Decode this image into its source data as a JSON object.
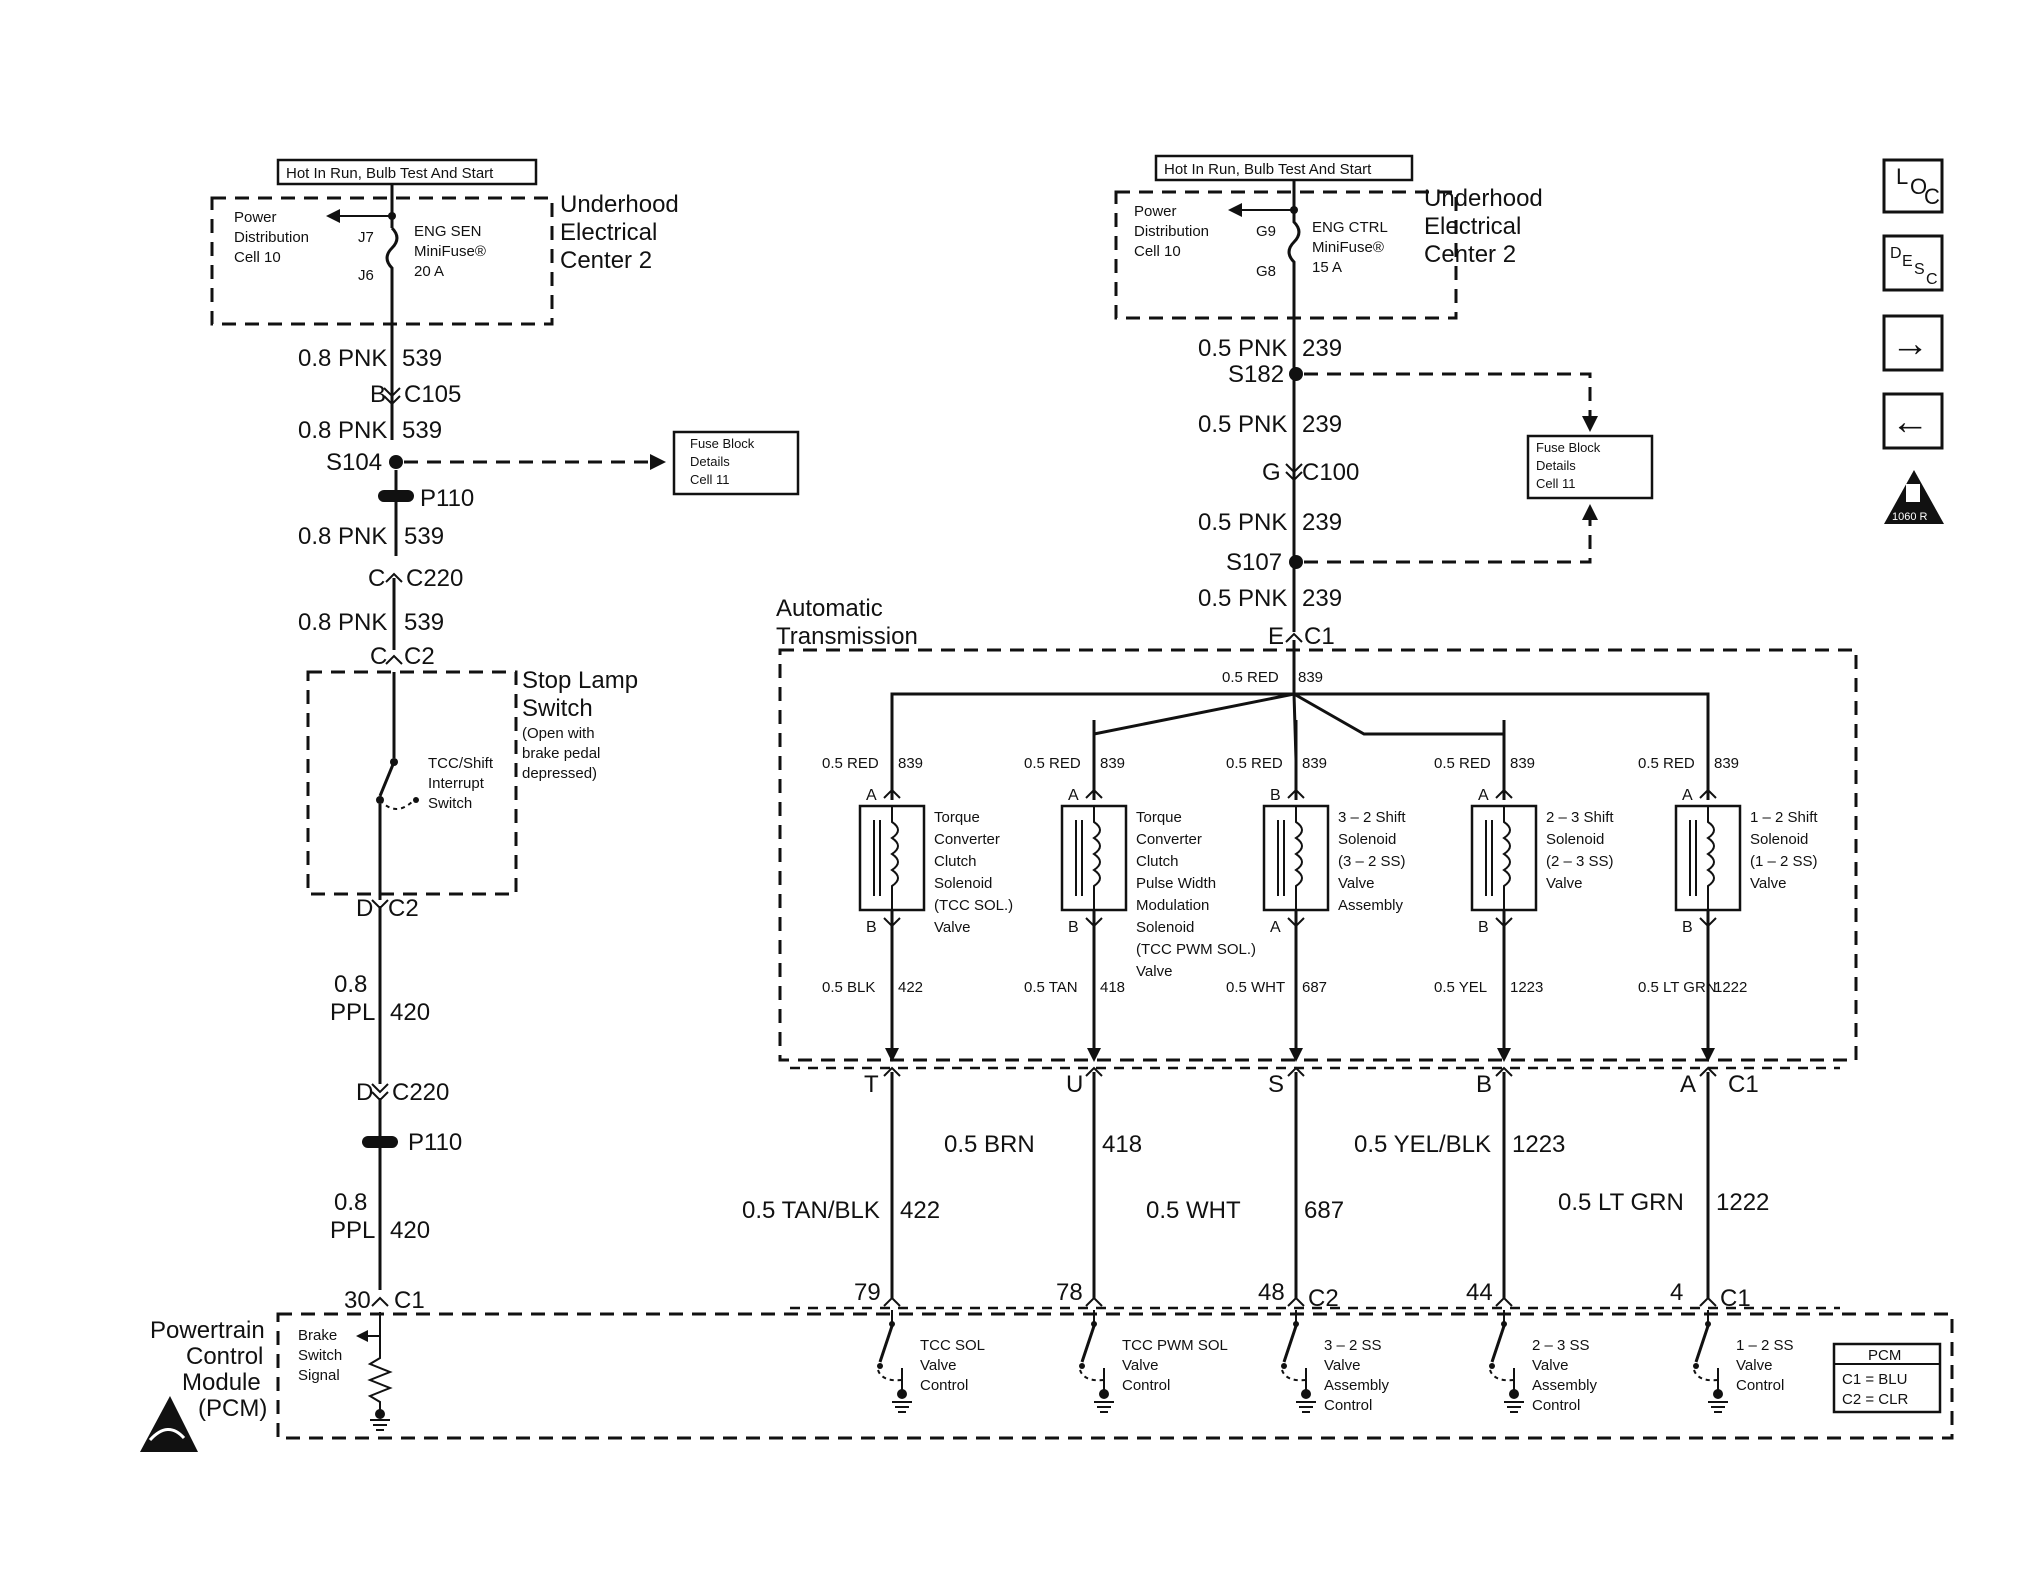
{
  "power_labels": {
    "left_hot": "Hot In Run, Bulb Test And Start",
    "right_hot": "Hot In Run, Bulb Test And Start"
  },
  "uec_left": {
    "title_1": "Underhood",
    "title_2": "Electrical",
    "title_3": "Center 2",
    "pd_1": "Power",
    "pd_2": "Distribution",
    "pd_3": "Cell 10",
    "pin_top": "J7",
    "pin_bot": "J6",
    "fuse_1": "ENG SEN",
    "fuse_2": "MiniFuse®",
    "fuse_3": "20 A"
  },
  "uec_right": {
    "title_1": "Underhood",
    "title_2": "Electrical",
    "title_3": "Center 2",
    "pd_1": "Power",
    "pd_2": "Distribution",
    "pd_3": "Cell 10",
    "pin_top": "G9",
    "pin_bot": "G8",
    "fuse_1": "ENG CTRL",
    "fuse_2": "MiniFuse®",
    "fuse_3": "15 A"
  },
  "left_circuit": {
    "w1_gauge": "0.8 PNK",
    "w1_num": "539",
    "c105_pin": "B",
    "c105": "C105",
    "w2_gauge": "0.8 PNK",
    "w2_num": "539",
    "s104": "S104",
    "p110": "P110",
    "w3_gauge": "0.8 PNK",
    "w3_num": "539",
    "c220_pin": "C",
    "c220": "C220",
    "w4_gauge": "0.8 PNK",
    "w4_num": "539",
    "c2_pin": "C",
    "c2": "C2",
    "fuseblock_1": "Fuse Block",
    "fuseblock_2": "Details",
    "fuseblock_3": "Cell 11",
    "switch_title_1": "Stop Lamp",
    "switch_title_2": "Switch",
    "switch_note_1": "(Open with",
    "switch_note_2": "brake pedal",
    "switch_note_3": "depressed)",
    "switch_name_1": "TCC/Shift",
    "switch_name_2": "Interrupt",
    "switch_name_3": "Switch",
    "c2b_pin": "D",
    "c2b": "C2",
    "w5_gauge_1": "0.8",
    "w5_gauge_2": "PPL",
    "w5_num": "420",
    "c220b_pin": "D",
    "c220b": "C220",
    "p110b": "P110",
    "w6_gauge_1": "0.8",
    "w6_gauge_2": "PPL",
    "w6_num": "420",
    "pcm_pin": "30",
    "pcm_conn": "C1"
  },
  "right_circuit": {
    "w1_gauge": "0.5 PNK",
    "w1_num": "239",
    "s182": "S182",
    "w2_gauge": "0.5 PNK",
    "w2_num": "239",
    "c100_pin": "G",
    "c100": "C100",
    "w3_gauge": "0.5 PNK",
    "w3_num": "239",
    "s107": "S107",
    "w4_gauge": "0.5 PNK",
    "w4_num": "239",
    "c1_pin": "E",
    "c1": "C1",
    "fuseblock_1": "Fuse Block",
    "fuseblock_2": "Details",
    "fuseblock_3": "Cell 11"
  },
  "transmission": {
    "title_1": "Automatic",
    "title_2": "Transmission",
    "bus_label": "0.5 RED",
    "bus_num": "839",
    "c1_label": "C1"
  },
  "solenoids": [
    {
      "feed_gauge": "0.5 RED",
      "feed_num": "839",
      "top_pin": "A",
      "bot_pin": "B",
      "name": [
        "Torque",
        "Converter",
        "Clutch",
        "Solenoid",
        "(TCC SOL.)",
        "Valve"
      ],
      "out_gauge": "0.5 BLK",
      "out_num": "422",
      "trans_pin": "T",
      "harness_gauge": "0.5 TAN/BLK",
      "harness_num": "422",
      "pcm_pin": "79",
      "ctrl": [
        "TCC SOL",
        "Valve",
        "Control"
      ]
    },
    {
      "feed_gauge": "0.5 RED",
      "feed_num": "839",
      "top_pin": "A",
      "bot_pin": "B",
      "name": [
        "Torque",
        "Converter",
        "Clutch",
        "Pulse Width",
        "Modulation",
        "Solenoid",
        "(TCC PWM SOL.)",
        "Valve"
      ],
      "out_gauge": "0.5 TAN",
      "out_num": "418",
      "trans_pin": "U",
      "harness_gauge": "0.5 BRN",
      "harness_num": "418",
      "pcm_pin": "78",
      "ctrl": [
        "TCC PWM SOL",
        "Valve",
        "Control"
      ]
    },
    {
      "feed_gauge": "0.5 RED",
      "feed_num": "839",
      "top_pin": "B",
      "bot_pin": "A",
      "name": [
        "3 – 2 Shift",
        "Solenoid",
        "(3 – 2 SS)",
        "Valve",
        "Assembly"
      ],
      "out_gauge": "0.5 WHT",
      "out_num": "687",
      "trans_pin": "S",
      "harness_gauge": "0.5 WHT",
      "harness_num": "687",
      "pcm_pin": "48",
      "pcm_conn": "C2",
      "ctrl": [
        "3 – 2 SS",
        "Valve",
        "Assembly",
        "Control"
      ]
    },
    {
      "feed_gauge": "0.5 RED",
      "feed_num": "839",
      "top_pin": "A",
      "bot_pin": "B",
      "name": [
        "2 – 3 Shift",
        "Solenoid",
        "(2 – 3 SS)",
        "Valve"
      ],
      "out_gauge": "0.5 YEL",
      "out_num": "1223",
      "trans_pin": "B",
      "harness_gauge": "0.5 YEL/BLK",
      "harness_num": "1223",
      "pcm_pin": "44",
      "ctrl": [
        "2 – 3 SS",
        "Valve",
        "Assembly",
        "Control"
      ]
    },
    {
      "feed_gauge": "0.5 RED",
      "feed_num": "839",
      "top_pin": "A",
      "bot_pin": "B",
      "name": [
        "1 – 2 Shift",
        "Solenoid",
        "(1 – 2 SS)",
        "Valve"
      ],
      "out_gauge": "0.5 LT GRN",
      "out_num": "1222",
      "trans_pin": "A",
      "harness_gauge": "0.5 LT GRN",
      "harness_num": "1222",
      "pcm_pin": "4",
      "pcm_conn": "C1",
      "ctrl": [
        "1 – 2 SS",
        "Valve",
        "Control"
      ]
    }
  ],
  "pcm": {
    "title_1": "Powertrain",
    "title_2": "Control",
    "title_3": "Module",
    "title_4": "(PCM)",
    "brake_1": "Brake",
    "brake_2": "Switch",
    "brake_3": "Signal",
    "legend_title": "PCM",
    "legend_1": "C1 = BLU",
    "legend_2": "C2 = CLR"
  },
  "nav": {
    "loc_1": "L",
    "loc_2": "O",
    "loc_3": "C",
    "desc_1": "D",
    "desc_2": "E",
    "desc_3": "S",
    "desc_4": "C",
    "next": "→",
    "prev": "←",
    "warn_code": "1060 R"
  }
}
